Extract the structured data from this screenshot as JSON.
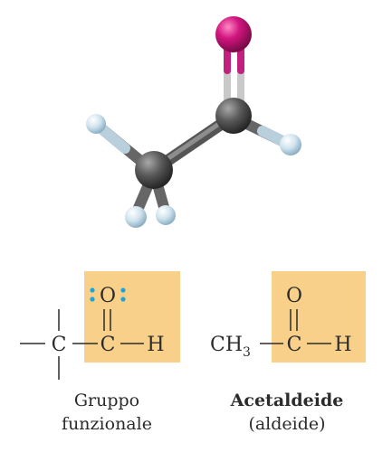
{
  "colors": {
    "highlight": "#f8d08a",
    "oxygen": "#d2157f",
    "carbon": "#5a5a5a",
    "hydrogen": "#b7d4e3",
    "lone_pair": "#1ea3db"
  },
  "model": {
    "atoms": [
      "O",
      "C",
      "C",
      "H",
      "H",
      "H",
      "H"
    ]
  },
  "functional_group": {
    "oxygen": "O",
    "carbon_left": "C",
    "carbon_right": "C",
    "hydrogen": "H",
    "caption_line1": "Gruppo",
    "caption_line2": "funzionale"
  },
  "acetaldehyde": {
    "oxygen": "O",
    "ch3_main": "CH",
    "ch3_sub": "3",
    "carbon": "C",
    "hydrogen": "H",
    "name": "Acetaldeide",
    "class": "(aldeide)"
  }
}
